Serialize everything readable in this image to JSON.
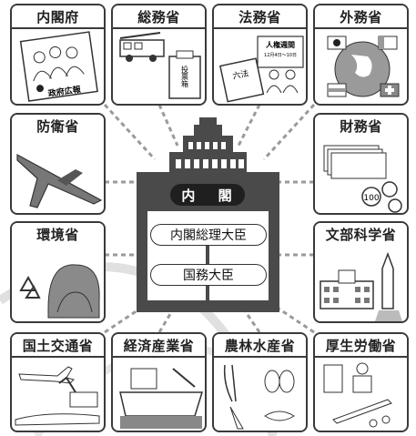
{
  "center": {
    "title": "内 閣",
    "prime_minister": "内閣総理大臣",
    "ministers": "国務大臣"
  },
  "ministries": {
    "naikakufu": "内閣府",
    "somu": "総務省",
    "homu": "法務省",
    "gaimu": "外務省",
    "boei": "防衛省",
    "zaimu": "財務省",
    "kankyo": "環境省",
    "monbu": "文部科学省",
    "kokudo": "国土交通省",
    "keizai": "経済産業省",
    "norin": "農林水産省",
    "kosei": "厚生労働省"
  },
  "illustration_text": {
    "koho": "政府広報",
    "ballot": "投票箱",
    "rikken": "六法",
    "human_rights_week": "人権週間",
    "human_rights_dates": "12月4日～10日",
    "coin": "100"
  },
  "colors": {
    "line": "#3a3a3a",
    "building": "#4a4a4a",
    "dashed_connector": "#9a9a9a",
    "watermark": "#d9d9d9"
  }
}
